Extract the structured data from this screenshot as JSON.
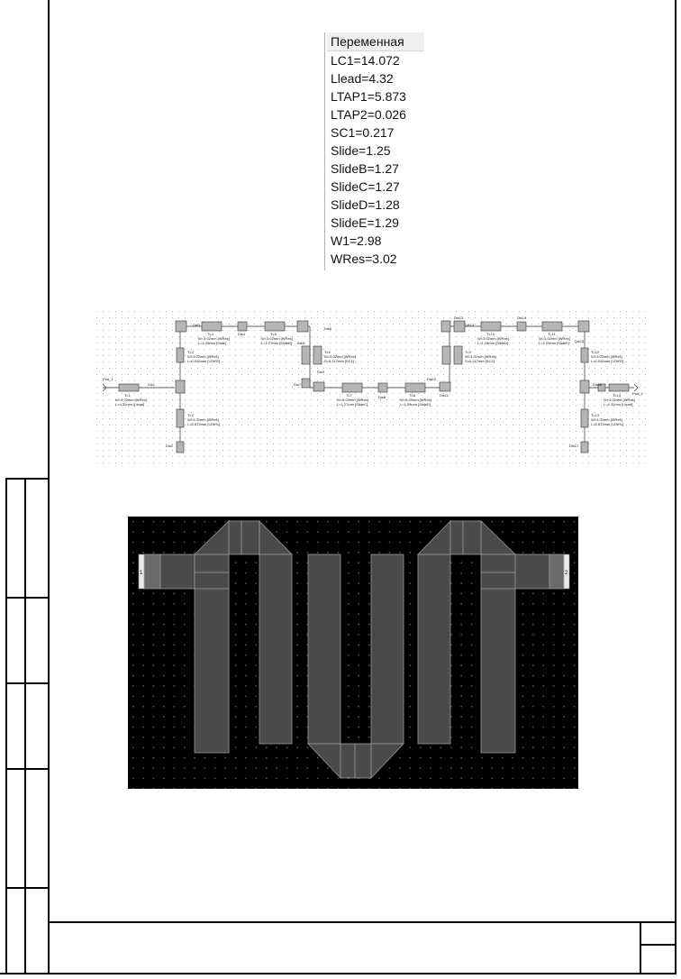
{
  "variables": {
    "header": "Переменная",
    "items": [
      "LC1=14.072",
      "Llead=4.32",
      "LTAP1=5.873",
      "LTAP2=0.026",
      "SC1=0.217",
      "Slide=1.25",
      "SlideB=1.27",
      "SlideC=1.27",
      "SlideD=1.28",
      "SlideE=1.29",
      "W1=2.98",
      "WRes=3.02"
    ]
  },
  "schematic": {
    "ports": {
      "in": "Port_1",
      "out": "Port_2"
    },
    "elements": [
      {
        "name": "TL1",
        "params": "W=3.02mm [WRes]",
        "params2": "L=4.32mm [Llead]"
      },
      {
        "name": "TL2",
        "params": "W=3.02mm [WRes]",
        "params2": "L=5.873mm [LTAP1]"
      },
      {
        "name": "TL3",
        "params": "W=3.02mm [WRes]",
        "params2": "L=0.026mm [LTAP2]"
      },
      {
        "name": "TL4",
        "params": "W=3.02mm [WRes]",
        "params2": "L=1.25mm [Slide]"
      },
      {
        "name": "TL5",
        "params": "W=3.02mm [WRes]",
        "params2": "L=1.27mm [SlideB]"
      },
      {
        "name": "TL6",
        "params": "W=3.02mm [WRes]",
        "params2": "S=0.217mm [SC1]"
      },
      {
        "name": "TL7",
        "params": "W=3.02mm [WRes]",
        "params2": "L=1.27mm [SlideC]"
      },
      {
        "name": "TL8",
        "params": "W=3.02mm [WRes]",
        "params2": "L=1.28mm [SlideD]"
      },
      {
        "name": "TL9",
        "params": "W=3.02mm [WRes]",
        "params2": "S=0.217mm [SC1]"
      },
      {
        "name": "TL10",
        "params": "W=3.02mm [WRes]",
        "params2": "L=1.28mm [SlideD]"
      },
      {
        "name": "TL11",
        "params": "W=3.02mm [WRes]",
        "params2": "L=1.29mm [SlideE]"
      },
      {
        "name": "TL12",
        "params": "W=3.02mm [WRes]",
        "params2": "L=0.026mm [LTAP2]"
      },
      {
        "name": "TL13",
        "params": "W=3.02mm [WRes]",
        "params2": "L=5.873mm [LTAP1]"
      },
      {
        "name": "TL14",
        "params": "W=3.02mm [WRes]",
        "params2": "L=4.32mm [Llead]"
      }
    ],
    "discontinuities": [
      "Dis1",
      "Dis2",
      "Dis3",
      "Dis4",
      "Dis5",
      "Dis6",
      "Dis7",
      "Dis8",
      "Dis9",
      "Dis10",
      "Dis11",
      "Dis12",
      "Dis13",
      "Dis14",
      "Dis15",
      "Dis16",
      "Dis17"
    ]
  },
  "layout": {
    "port_left": "1",
    "port_right": "2"
  }
}
